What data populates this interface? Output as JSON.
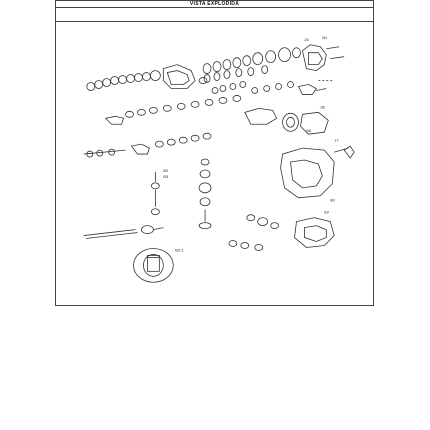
{
  "sheet": {
    "title": "VISTA EXPLODIDA"
  },
  "diagram": {
    "visible_labels": [
      "20",
      "B1",
      "58",
      "28",
      "77",
      "80",
      "83",
      "B2",
      "B3",
      "B2-1"
    ]
  },
  "colors": {
    "line": "#333333",
    "border": "#444444",
    "paper": "#ffffff"
  }
}
